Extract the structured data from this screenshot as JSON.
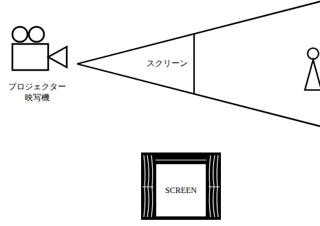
{
  "diagram": {
    "nodes": [
      {
        "text": [
          "SCREEN"
        ]
      }
    ],
    "labels": [
      "スクリーン",
      "プロジェクター",
      "映写機"
    ]
  }
}
